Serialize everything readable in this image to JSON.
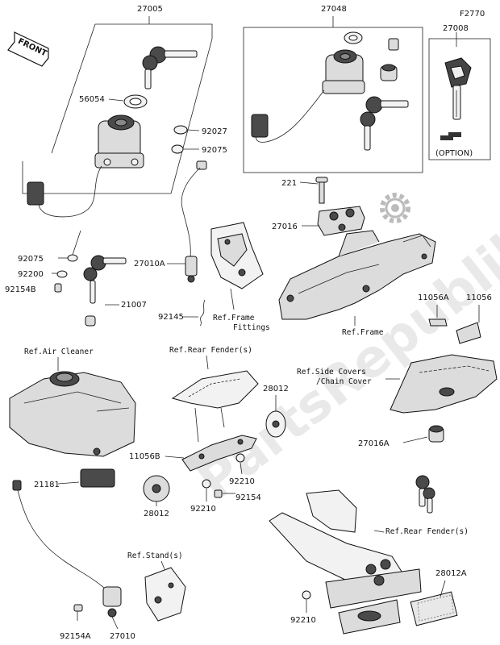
{
  "diagram_code": "F2770",
  "front_marker": "FRONT",
  "watermark": "PartsRepublik",
  "option_label": "(OPTION)",
  "part_labels": {
    "p27005": "27005",
    "p27048": "27048",
    "p27008": "27008",
    "p56054": "56054",
    "p92027": "92027",
    "p92075a": "92075",
    "p92075b": "92075",
    "p92200": "92200",
    "p92154b": "92154B",
    "p21007": "21007",
    "p221": "221",
    "p27016": "27016",
    "p27010a": "27010A",
    "p92145": "92145",
    "p11056a": "11056A",
    "p11056": "11056",
    "p28012a": "28012",
    "p28012b": "28012",
    "p11056b": "11056B",
    "p92210a": "92210",
    "p92210b": "92210",
    "p92210c": "92210",
    "p92154": "92154",
    "p27016a": "27016A",
    "p21181": "21181",
    "p92154a": "92154A",
    "p27010": "27010",
    "p28012a2": "28012A"
  },
  "ref_labels": {
    "frame_fittings_1": "Ref.Frame",
    "frame_fittings_2": "Fittings",
    "frame": "Ref.Frame",
    "air_cleaner": "Ref.Air Cleaner",
    "rear_fender_top": "Ref.Rear Fender(s)",
    "side_covers_1": "Ref.Side Covers",
    "side_covers_2": "/Chain Cover",
    "stand": "Ref.Stand(s)",
    "rear_fender_bottom": "Ref.Rear Fender(s)"
  },
  "icons": [
    "gear-icon",
    "front-arrow-icon",
    "key-icon"
  ]
}
